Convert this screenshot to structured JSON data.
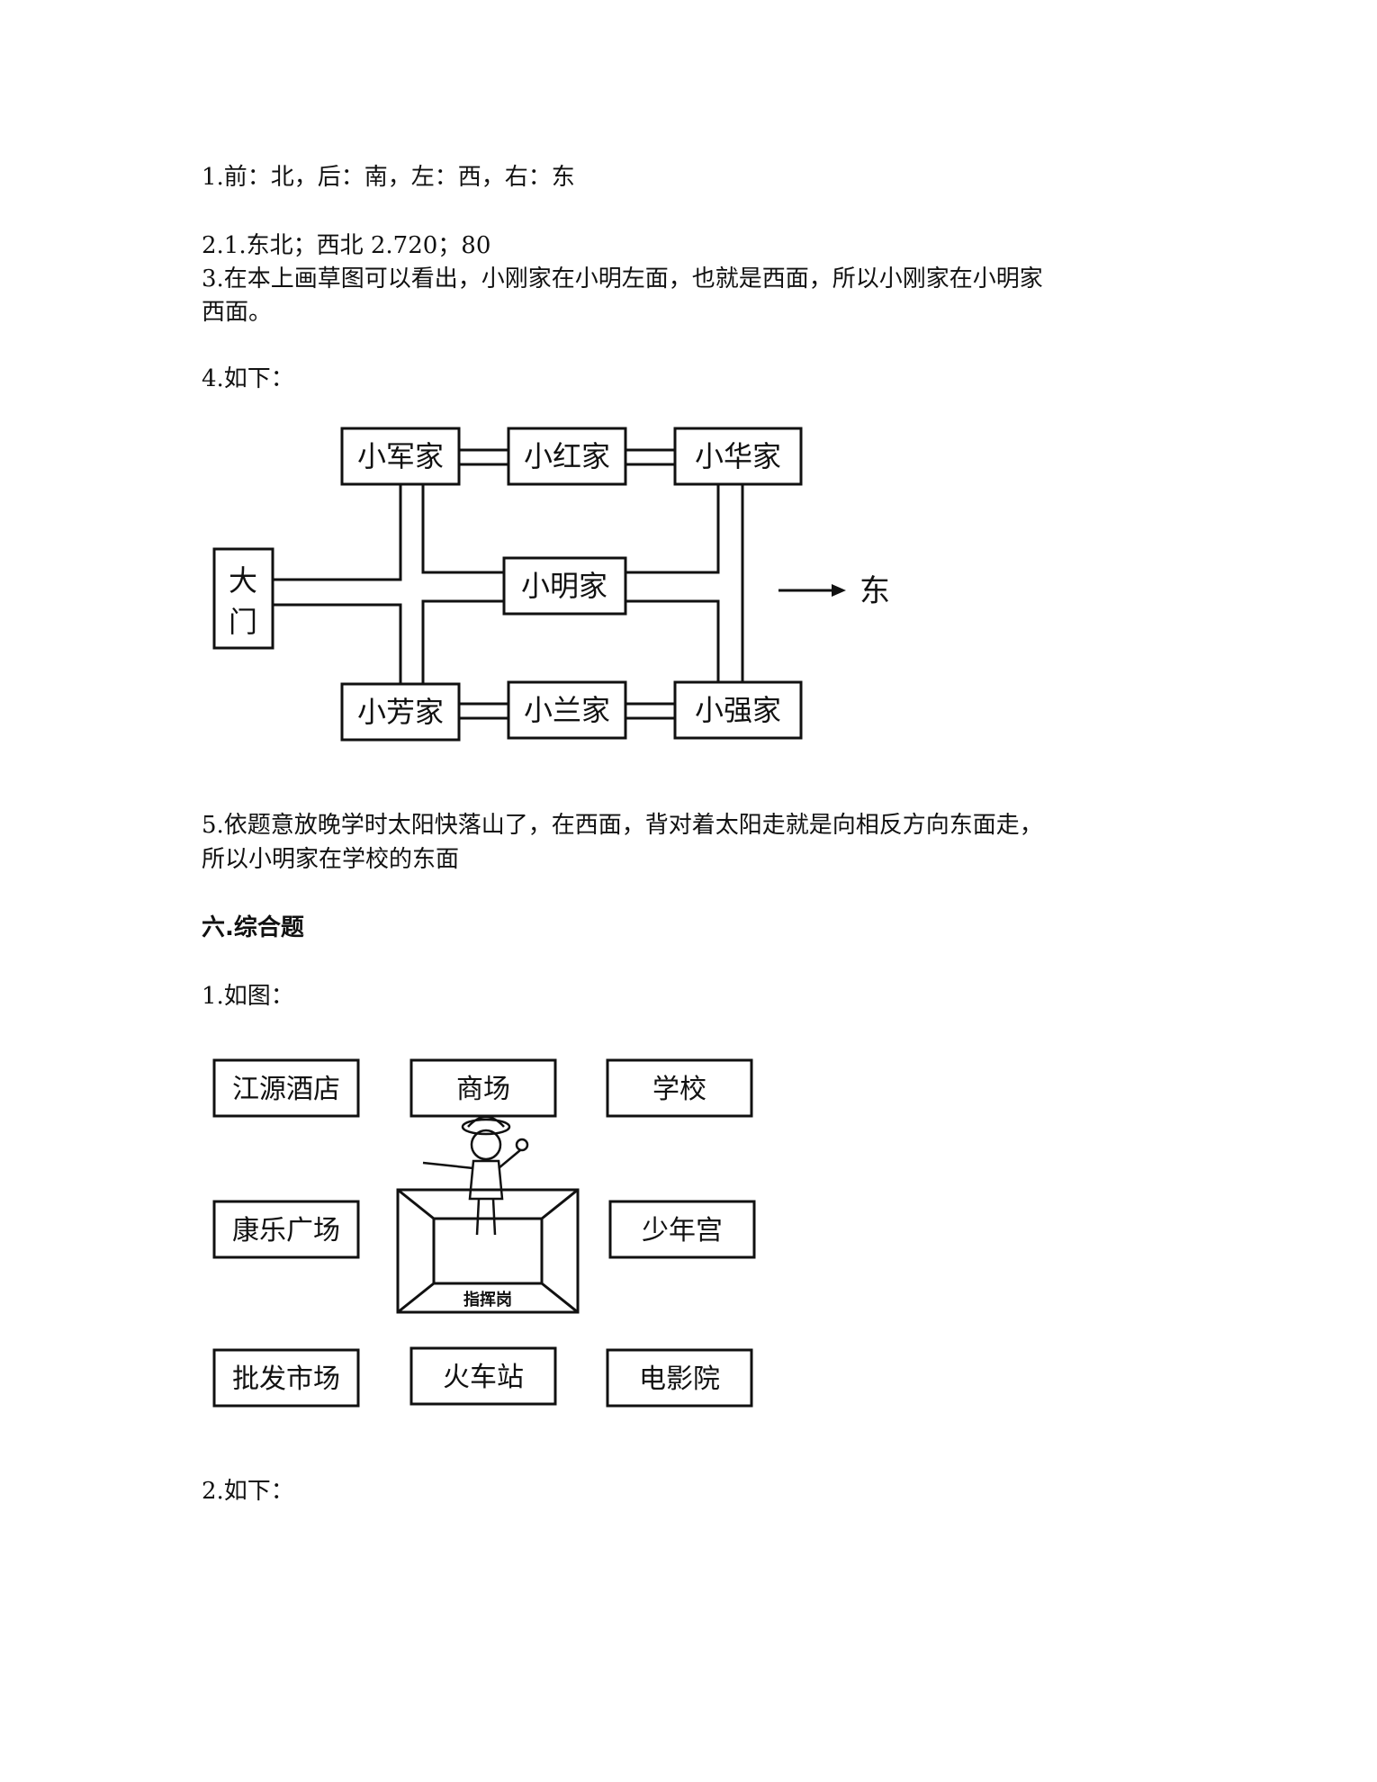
{
  "answers": {
    "a1": "1.前：北，后：南，左：西，右：东",
    "a2": "2.1.东北；西北 2.720；80",
    "a3_line1": "3.在本上画草图可以看出，小刚家在小明左面，也就是西面，所以小刚家在小明家",
    "a3_line2": "西面。",
    "a4": "4.如下：",
    "a5_line1": "5.依题意放晚学时太阳快落山了，在西面，背对着太阳走就是向相反方向东面走，",
    "a5_line2": "所以小明家在学校的东面"
  },
  "section6": {
    "heading": "六.综合题",
    "q1": "1.如图：",
    "q2": "2.如下："
  },
  "map1": {
    "gate_top": "大",
    "gate_bottom": "门",
    "xiaojun": "小军家",
    "xiaohong": "小红家",
    "xiaohua": "小华家",
    "xiaoming": "小明家",
    "xiaofang": "小芳家",
    "xiaolan": "小兰家",
    "xiaoqiang": "小强家",
    "east_label": "东"
  },
  "map2": {
    "jiangyuan": "江源酒店",
    "shangchang": "商场",
    "xuexiao": "学校",
    "kangle": "康乐广场",
    "shaoniangong": "少年宫",
    "zhihuigang": "指挥岗",
    "pifa": "批发市场",
    "huochezhan": "火车站",
    "dianyingyuan": "电影院"
  }
}
